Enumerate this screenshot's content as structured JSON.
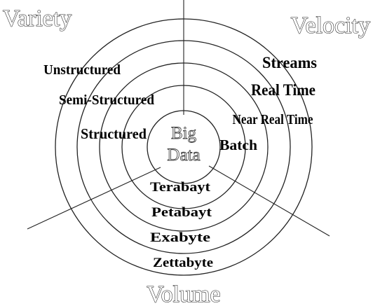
{
  "diagram": {
    "center": [
      "Big",
      "Data"
    ],
    "variety": {
      "title": "Variety",
      "items": [
        "Unstructured",
        "Semi-Structured",
        "Structured"
      ]
    },
    "velocity": {
      "title": "Velocity",
      "items": [
        "Streams",
        "Real Time",
        "Near Real Time",
        "Batch"
      ]
    },
    "volume": {
      "title": "Volume",
      "items": [
        "Terabayt",
        "Petabayt",
        "Exabyte",
        "Zettabyte"
      ]
    }
  }
}
